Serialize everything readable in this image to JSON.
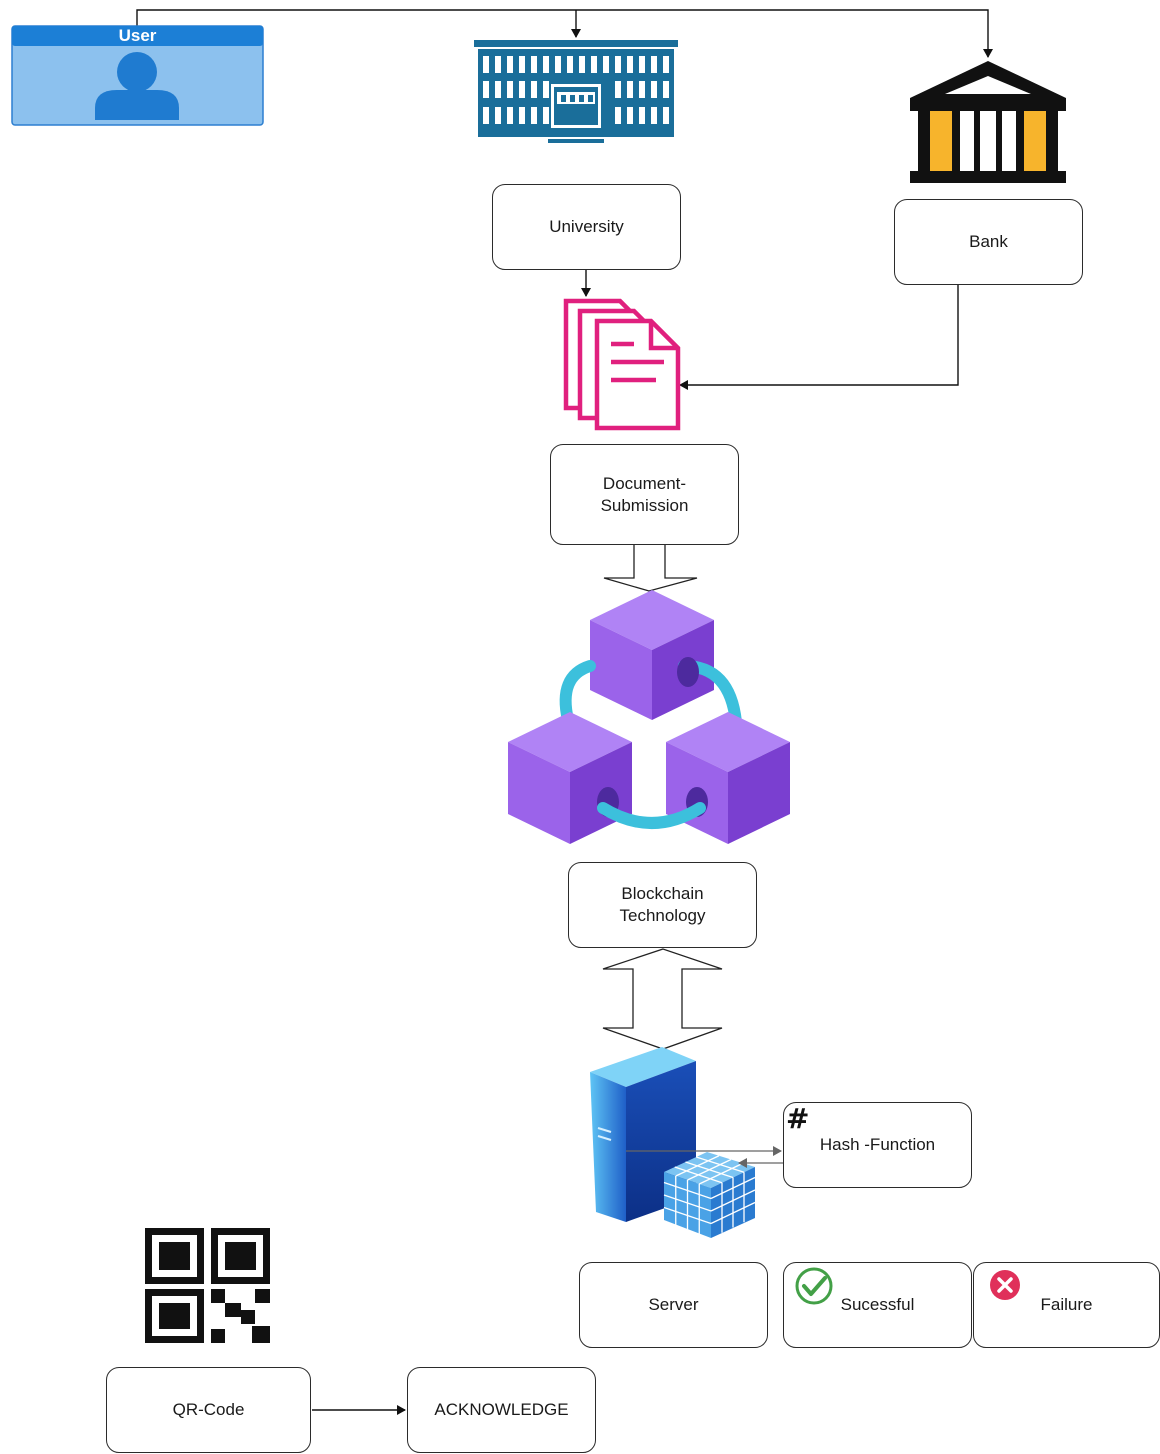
{
  "nodes": {
    "user": "User",
    "university": "University",
    "bank": "Bank",
    "document_line1": "Document-",
    "document_line2": "Submission",
    "blockchain_line1": "Blockchain",
    "blockchain_line2": "Technology",
    "hash_function": "Hash -Function",
    "hash_symbol": "#",
    "server": "Server",
    "successful": "Sucessful",
    "failure": "Failure",
    "qr_code": "QR-Code",
    "acknowledge": "ACKNOWLEDGE"
  },
  "icons": {
    "user": "user-avatar-icon",
    "university": "university-building-icon",
    "bank": "bank-icon",
    "documents": "documents-icon",
    "blockchain": "blockchain-cubes-icon",
    "server": "server-database-icon",
    "successful": "check-circle-icon",
    "failure": "x-circle-icon",
    "qr_code": "qr-code-icon"
  },
  "colors": {
    "user_fill": "#8cc1ee",
    "user_header": "#1c7fd6",
    "user_person": "#1f7bd0",
    "university_blue": "#1a6e9a",
    "bank_gold": "#f7b42c",
    "document_pink": "#e0207e",
    "cube_top": "#b083f5",
    "cube_left": "#9b63ea",
    "cube_right": "#7a3fd0",
    "ring_cyan": "#3cc0dc",
    "success_green": "#43a047",
    "failure_red": "#e0305a"
  }
}
